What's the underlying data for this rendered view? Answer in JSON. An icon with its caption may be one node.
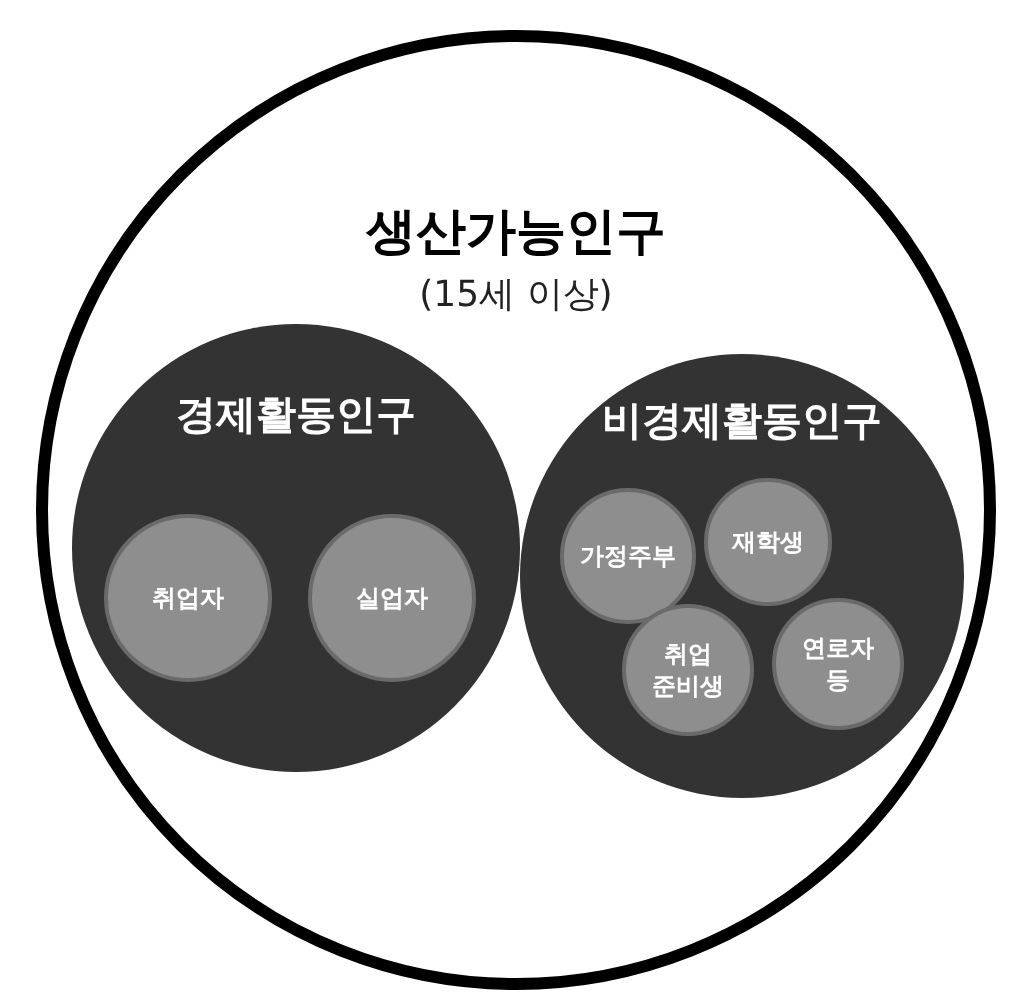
{
  "diagram": {
    "nodes": [
      {
        "text": [
          "생산가능인구",
          "(15세 이상)"
        ]
      },
      {
        "text": [
          "경제활동인구"
        ],
        "in": 0
      },
      {
        "text": [
          "취업자"
        ],
        "in": 1
      },
      {
        "text": [
          "실업자"
        ],
        "in": 1
      },
      {
        "text": [
          "비경제활동인구"
        ],
        "in": 0
      },
      {
        "text": [
          "가정주부"
        ],
        "in": 4
      },
      {
        "text": [
          "재학생"
        ],
        "in": 4
      },
      {
        "text": [
          "취업 준비생"
        ],
        "in": 4
      },
      {
        "text": [
          "연로자 등"
        ],
        "in": 4
      }
    ]
  }
}
